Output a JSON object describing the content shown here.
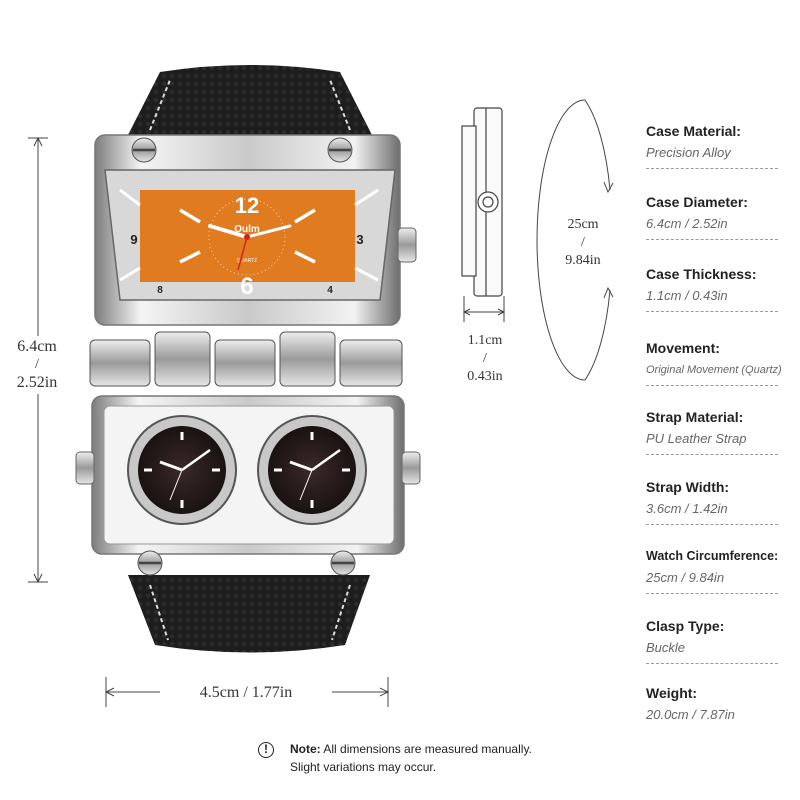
{
  "watch": {
    "brand": "Oulm",
    "dial_marker": "QUARTZ",
    "numerals": {
      "top": "12",
      "left": "9",
      "right": "3",
      "bottom": "6",
      "bottom_left": "8",
      "bottom_right": "4"
    },
    "dial_color": "#e07b20"
  },
  "dimensions": {
    "height": {
      "cm": "6.4cm",
      "sep": "/",
      "in": "2.52in"
    },
    "width": {
      "text": "4.5cm / 1.77in"
    },
    "thickness": {
      "cm": "1.1cm",
      "sep": "/",
      "in": "0.43in"
    },
    "circumference": {
      "cm": "25cm",
      "sep": "/",
      "in": "9.84in"
    }
  },
  "specs": [
    {
      "label": "Case Material:",
      "value": "Precision Alloy"
    },
    {
      "label": "Case Diameter:",
      "value": "6.4cm / 2.52in"
    },
    {
      "label": "Case Thickness:",
      "value": "1.1cm / 0.43in"
    },
    {
      "label": "Movement:",
      "value": "Original Movement  (Quartz)"
    },
    {
      "label": "Strap Material:",
      "value": "PU Leather Strap"
    },
    {
      "label": "Strap Width:",
      "value": "3.6cm / 1.42in"
    },
    {
      "label": "Watch Circumference:",
      "value": "25cm / 9.84in"
    },
    {
      "label": "Clasp Type:",
      "value": "Buckle"
    },
    {
      "label": "Weight:",
      "value": "20.0cm / 7.87in"
    }
  ],
  "note": {
    "icon": "!",
    "head": "Note:",
    "line1": "All dimensions are measured manually.",
    "line2": "Slight variations may occur."
  }
}
